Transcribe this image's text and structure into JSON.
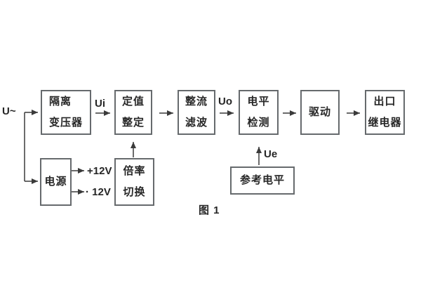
{
  "figure": {
    "caption": "图 1",
    "signal_labels": {
      "input": "U~",
      "ui": "Ui",
      "uo": "Uo",
      "ue": "Ue",
      "rail_positive": "+12V",
      "rail_negative": "· 12V"
    },
    "blocks": [
      {
        "name": "isolation-transformer",
        "lines": [
          "隔离",
          "变压器"
        ]
      },
      {
        "name": "setpoint-adjust",
        "lines": [
          "定值",
          "整定"
        ]
      },
      {
        "name": "rectifier-filter",
        "lines": [
          "整流",
          "滤波"
        ]
      },
      {
        "name": "level-detector",
        "lines": [
          "电平",
          "检测"
        ]
      },
      {
        "name": "driver",
        "lines": [
          "驱动"
        ]
      },
      {
        "name": "output-relay",
        "lines": [
          "出口",
          "继电器"
        ]
      },
      {
        "name": "power-supply",
        "lines": [
          "电源"
        ]
      },
      {
        "name": "ratio-switch",
        "lines": [
          "倍率",
          "切换"
        ]
      },
      {
        "name": "reference-level",
        "lines": [
          "参考电平"
        ]
      }
    ],
    "colors": {
      "box_border": "#666a6d",
      "line": "#3a3a3a",
      "text": "#262626",
      "background": "#ffffff"
    }
  }
}
